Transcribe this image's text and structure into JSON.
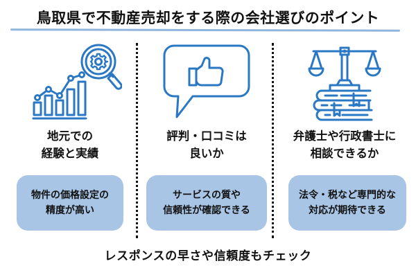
{
  "title": "鳥取県で不動産売却をする際の会社選びのポイント",
  "colors": {
    "icon_stroke": "#2a77c4",
    "box_fill": "#a8c5e5",
    "underline": "#8fb4dd",
    "text": "#111111"
  },
  "columns": [
    {
      "icon": "chart-magnifier-gear-icon",
      "heading_line1": "地元での",
      "heading_line2": "経験と実績",
      "box_line1": "物件の価格設定の",
      "box_line2": "精度が高い"
    },
    {
      "icon": "speech-bubble-thumbs-up-icon",
      "heading_line1": "評判・口コミは",
      "heading_line2": "良いか",
      "box_line1": "サービスの質や",
      "box_line2": "信頼性が確認できる"
    },
    {
      "icon": "scales-books-icon",
      "heading_line1": "弁護士や行政書士に",
      "heading_line2": "相談できるか",
      "box_line1": "法令・税など専門的な",
      "box_line2": "対応が期待できる"
    }
  ],
  "footer": "レスポンスの早さや信頼度もチェック"
}
